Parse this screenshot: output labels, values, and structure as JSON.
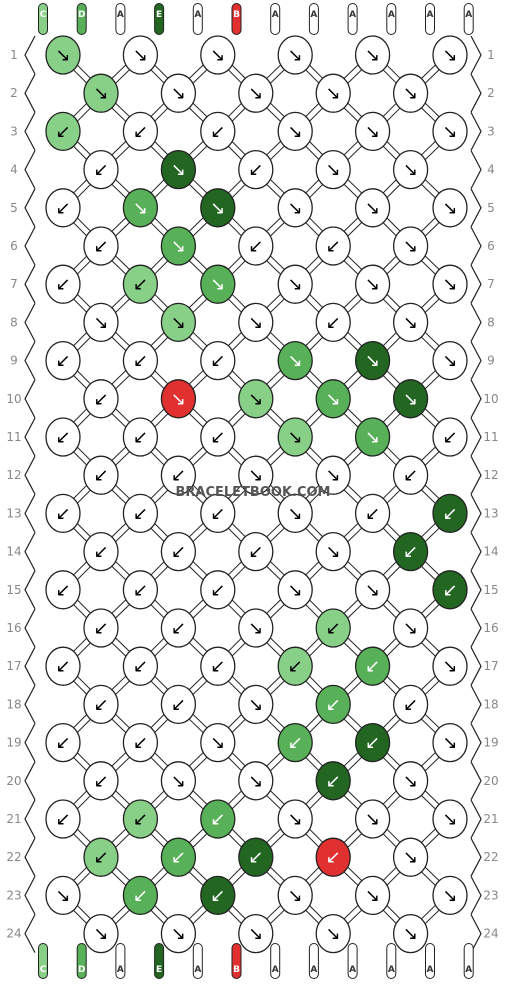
{
  "watermark": "BRACELETBOOK.COM",
  "colors": {
    "A": "#ffffff",
    "B": "#e03030",
    "C": "#88d088",
    "D": "#58b058",
    "E": "#226622",
    "arrow": "#000000",
    "outline": "#222222"
  },
  "strings_top": [
    "C",
    "D",
    "A",
    "E",
    "A",
    "B",
    "A",
    "A",
    "A",
    "A",
    "A",
    "A"
  ],
  "strings_bottom": [
    "C",
    "D",
    "A",
    "E",
    "A",
    "B",
    "A",
    "A",
    "A",
    "A",
    "A",
    "A"
  ],
  "row_numbers": [
    "1",
    "2",
    "3",
    "4",
    "5",
    "6",
    "7",
    "8",
    "9",
    "10",
    "11",
    "12",
    "13",
    "14",
    "15",
    "16",
    "17",
    "18",
    "19",
    "20",
    "21",
    "22",
    "23",
    "24"
  ],
  "knot_colors": [
    [
      "C",
      "A",
      "A",
      "A",
      "A",
      "A"
    ],
    [
      "C",
      "A",
      "A",
      "A",
      "A"
    ],
    [
      "C",
      "A",
      "A",
      "A",
      "A",
      "A"
    ],
    [
      "A",
      "E",
      "A",
      "A",
      "A"
    ],
    [
      "A",
      "D",
      "E",
      "A",
      "A",
      "A"
    ],
    [
      "A",
      "D",
      "A",
      "A",
      "A"
    ],
    [
      "A",
      "C",
      "D",
      "A",
      "A",
      "A"
    ],
    [
      "A",
      "C",
      "A",
      "A",
      "A"
    ],
    [
      "A",
      "A",
      "A",
      "D",
      "E",
      "A"
    ],
    [
      "A",
      "B",
      "C",
      "D",
      "E"
    ],
    [
      "A",
      "A",
      "A",
      "C",
      "D",
      "A"
    ],
    [
      "A",
      "A",
      "A",
      "A",
      "A"
    ],
    [
      "A",
      "A",
      "A",
      "A",
      "A",
      "E"
    ],
    [
      "A",
      "A",
      "A",
      "A",
      "E"
    ],
    [
      "A",
      "A",
      "A",
      "A",
      "A",
      "E"
    ],
    [
      "A",
      "A",
      "A",
      "C",
      "A"
    ],
    [
      "A",
      "A",
      "A",
      "C",
      "D",
      "A"
    ],
    [
      "A",
      "A",
      "A",
      "D",
      "A"
    ],
    [
      "A",
      "A",
      "A",
      "D",
      "E",
      "A"
    ],
    [
      "A",
      "A",
      "A",
      "E",
      "A"
    ],
    [
      "A",
      "C",
      "D",
      "A",
      "A",
      "A"
    ],
    [
      "C",
      "D",
      "E",
      "B",
      "A"
    ],
    [
      "A",
      "D",
      "E",
      "A",
      "A",
      "A"
    ],
    [
      "A",
      "A",
      "A",
      "A",
      "A"
    ]
  ],
  "knot_arrows": [
    [
      "↘",
      "↘",
      "↘",
      "↘",
      "↘",
      "↘"
    ],
    [
      "↘",
      "↘",
      "↘",
      "↘",
      "↘"
    ],
    [
      "↙",
      "↙",
      "↙",
      "↘",
      "↘",
      "↘"
    ],
    [
      "↙",
      "↘",
      "↙",
      "↘",
      "↘"
    ],
    [
      "↙",
      "↘",
      "↘",
      "↘",
      "↘",
      "↘"
    ],
    [
      "↙",
      "↘",
      "↙",
      "↙",
      "↘"
    ],
    [
      "↙",
      "↙",
      "↘",
      "↘",
      "↘",
      "↘"
    ],
    [
      "↘",
      "↘",
      "↘",
      "↙",
      "↘"
    ],
    [
      "↙",
      "↙",
      "↙",
      "↘",
      "↘",
      "↘"
    ],
    [
      "↙",
      "↘",
      "↘",
      "↘",
      "↘"
    ],
    [
      "↙",
      "↙",
      "↙",
      "↘",
      "↘",
      "↙"
    ],
    [
      "↙",
      "↙",
      "↘",
      "↘",
      "↙"
    ],
    [
      "↙",
      "↙",
      "↙",
      "↘",
      "↙",
      "↙"
    ],
    [
      "↙",
      "↙",
      "↙",
      "↘",
      "↙"
    ],
    [
      "↙",
      "↙",
      "↙",
      "↘",
      "↘",
      "↙"
    ],
    [
      "↙",
      "↙",
      "↘",
      "↙",
      "↘"
    ],
    [
      "↙",
      "↙",
      "↙",
      "↙",
      "↙",
      "↘"
    ],
    [
      "↙",
      "↙",
      "↘",
      "↙",
      "↙"
    ],
    [
      "↙",
      "↙",
      "↘",
      "↙",
      "↙",
      "↘"
    ],
    [
      "↙",
      "↘",
      "↘",
      "↙",
      "↘"
    ],
    [
      "↙",
      "↙",
      "↙",
      "↘",
      "↘",
      "↘"
    ],
    [
      "↙",
      "↙",
      "↙",
      "↙",
      "↘"
    ],
    [
      "↘",
      "↙",
      "↙",
      "↘",
      "↘",
      "↘"
    ],
    [
      "↘",
      "↘",
      "↘",
      "↘",
      "↘"
    ]
  ]
}
